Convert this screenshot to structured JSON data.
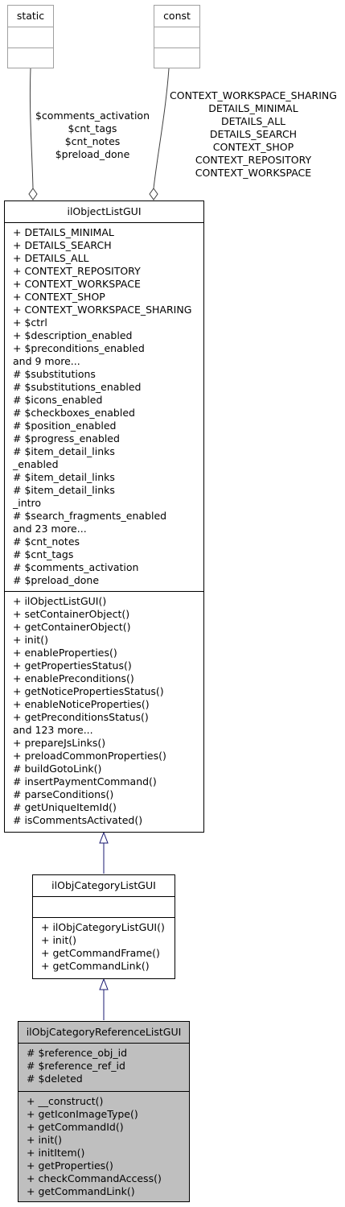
{
  "static_box": {
    "title": "static"
  },
  "const_box": {
    "title": "const"
  },
  "static_edge_labels": [
    "$comments_activation",
    "$cnt_tags",
    "$cnt_notes",
    "$preload_done"
  ],
  "const_edge_labels": [
    "CONTEXT_WORKSPACE_SHARING",
    "DETAILS_MINIMAL",
    "DETAILS_ALL",
    "DETAILS_SEARCH",
    "CONTEXT_SHOP",
    "CONTEXT_REPOSITORY",
    "CONTEXT_WORKSPACE"
  ],
  "object_list_gui": {
    "title": "ilObjectListGUI",
    "attributes": [
      "+ DETAILS_MINIMAL",
      "+ DETAILS_SEARCH",
      "+ DETAILS_ALL",
      "+ CONTEXT_REPOSITORY",
      "+ CONTEXT_WORKSPACE",
      "+ CONTEXT_SHOP",
      "+ CONTEXT_WORKSPACE_SHARING",
      "+ $ctrl",
      "+ $description_enabled",
      "+ $preconditions_enabled",
      "and 9 more...",
      "# $substitutions",
      "# $substitutions_enabled",
      "# $icons_enabled",
      "# $checkboxes_enabled",
      "# $position_enabled",
      "# $progress_enabled",
      "# $item_detail_links",
      "_enabled",
      "# $item_detail_links",
      "# $item_detail_links",
      "_intro",
      "# $search_fragments_enabled",
      "and 23 more...",
      "# $cnt_notes",
      "# $cnt_tags",
      "# $comments_activation",
      "# $preload_done"
    ],
    "methods": [
      "+ ilObjectListGUI()",
      "+ setContainerObject()",
      "+ getContainerObject()",
      "+ init()",
      "+ enableProperties()",
      "+ getPropertiesStatus()",
      "+ enablePreconditions()",
      "+ getNoticePropertiesStatus()",
      "+ enableNoticeProperties()",
      "+ getPreconditionsStatus()",
      "and 123 more...",
      "+ prepareJsLinks()",
      "+ preloadCommonProperties()",
      "# buildGotoLink()",
      "# insertPaymentCommand()",
      "# parseConditions()",
      "# getUniqueItemId()",
      "# isCommentsActivated()"
    ]
  },
  "obj_category_list_gui": {
    "title": "ilObjCategoryListGUI",
    "attributes": [],
    "methods": [
      "+ ilObjCategoryListGUI()",
      "+ init()",
      "+ getCommandFrame()",
      "+ getCommandLink()"
    ]
  },
  "obj_category_reference_list_gui": {
    "title": "ilObjCategoryReferenceListGUI",
    "attributes": [
      "# $reference_obj_id",
      "# $reference_ref_id",
      "# $deleted"
    ],
    "methods": [
      "+ __construct()",
      "+ getIconImageType()",
      "+ getCommandId()",
      "+ init()",
      "+ initItem()",
      "+ getProperties()",
      "+ checkCommandAccess()",
      "+ getCommandLink()"
    ]
  }
}
